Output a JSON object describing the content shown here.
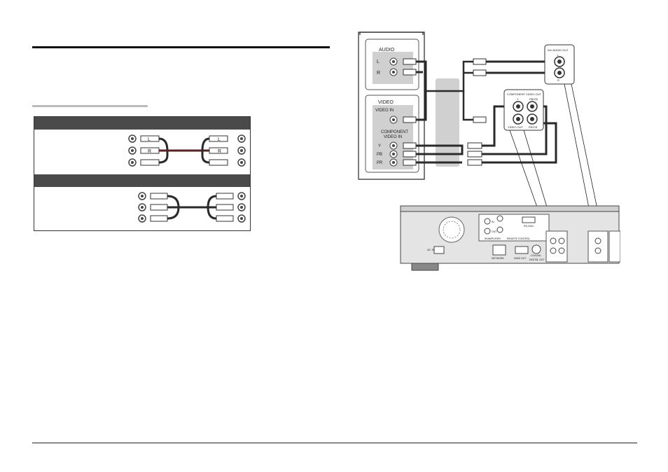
{
  "panel": {
    "audio_title": "AUDIO",
    "audio_left": "L",
    "audio_right": "R",
    "video_title": "VIDEO",
    "video_in": "VIDEO IN",
    "component_line1": "COMPONENT",
    "component_line2": "VIDEO IN",
    "comp_y": "Y",
    "comp_pb": "PB",
    "comp_pr": "PR"
  },
  "plug_labels": {
    "left": "L",
    "right": "R"
  },
  "player": {
    "audio_out_title": "2ch AUDIO OUT",
    "audio_out_l": "L",
    "audio_out_r": "R",
    "component_out_title": "COMPONENT VIDEO OUT",
    "comp_out_y": "Y",
    "comp_out_pbcb": "PB/CB",
    "comp_out_prcr": "PR/CR",
    "video_out": "VIDEO OUT",
    "ir_in": "IN",
    "ir_out": "OUT",
    "ir_label": "IR/AMPLIFIER",
    "rs232": "RS-232C",
    "remote_control": "REMOTE CONTROL",
    "ac_in": "AC IN",
    "network": "NETWORK",
    "hdmi": "HDMI OUT",
    "digital_out": "DIGITAL OUT",
    "coaxial": "COAXIAL"
  },
  "colors": {
    "header_bar": "#4a4a4a",
    "panel_gray": "#d0d0d0",
    "cable": "#2a2a2a",
    "cable_red": "#5a2020"
  }
}
